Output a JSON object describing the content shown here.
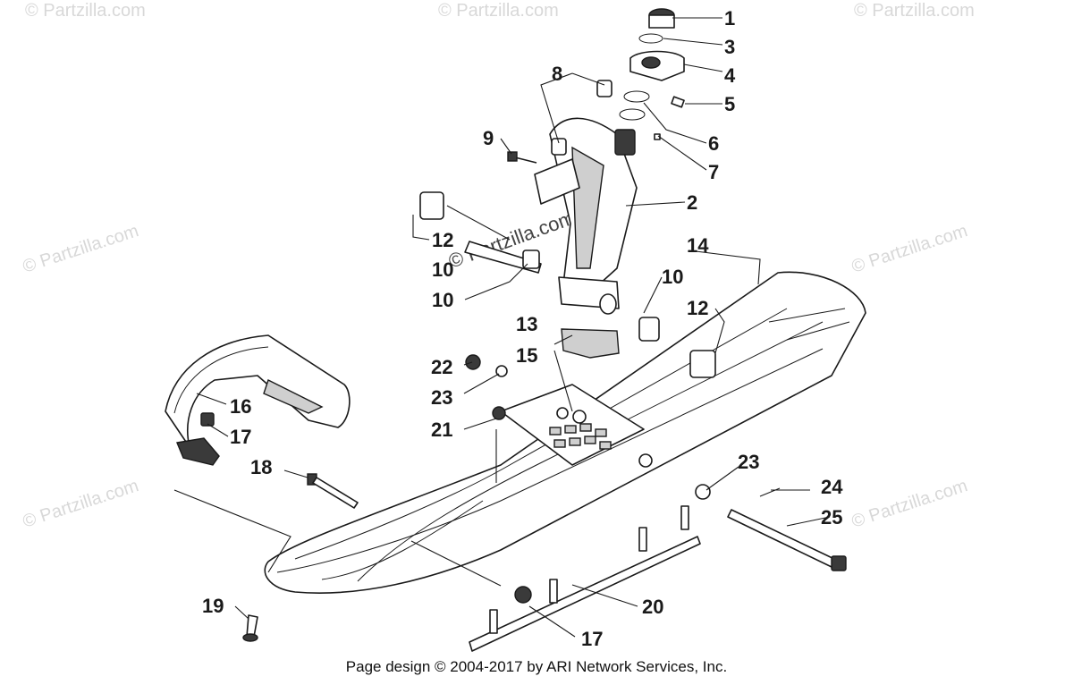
{
  "watermark": "© Partzilla.com",
  "watermark_center": "© Partzilla.com",
  "footer_text": "Page design © 2004-2017 by ARI Network Services, Inc.",
  "callouts": [
    "1",
    "3",
    "4",
    "5",
    "6",
    "7",
    "8",
    "9",
    "2",
    "12",
    "10",
    "10",
    "10",
    "12",
    "14",
    "13",
    "15",
    "22",
    "23",
    "21",
    "16",
    "17",
    "18",
    "23",
    "24",
    "25",
    "19",
    "20",
    "17"
  ]
}
